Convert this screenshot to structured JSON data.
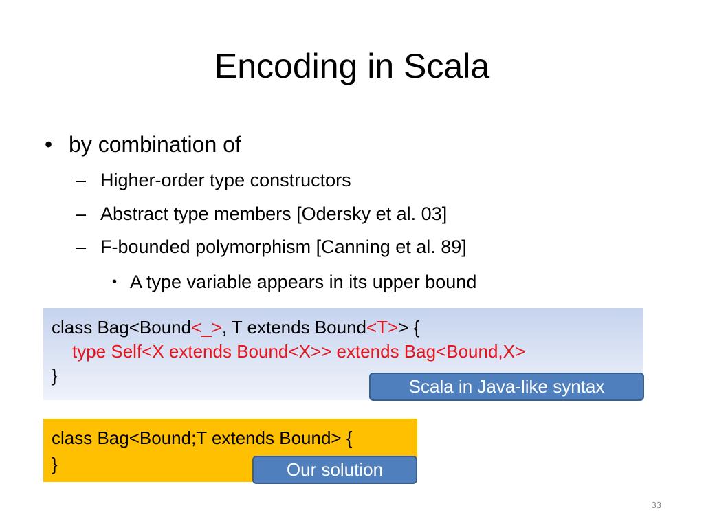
{
  "slide": {
    "title": "Encoding in Scala",
    "bullet": {
      "mark": "•",
      "text": "by combination of"
    },
    "sub_mark": "–",
    "sub_bullets": [
      "Higher-order type constructors",
      "Abstract type members [Odersky et al. 03]",
      "F-bounded polymorphism [Canning et al. 89]"
    ],
    "sub_sub_bullet": {
      "mark": "•",
      "text": "A type variable appears in its upper bound"
    },
    "code_java_like": {
      "line1_a": "class Bag<Bound",
      "line1_b": "<_>",
      "line1_c": ", T extends Bound",
      "line1_d": "<T>",
      "line1_e": "> {",
      "line2": "type Self<X extends Bound<X>> extends Bag<Bound,X>",
      "line3": "}"
    },
    "label_java_like": "Scala in Java-like syntax",
    "code_solution": {
      "line1": "class Bag<Bound;T extends Bound> {",
      "line2": "}"
    },
    "label_solution": "Our solution",
    "page_number": "33",
    "colors": {
      "code_highlight": "#e8141c",
      "solution_bg": "#fec000",
      "label_bg": "#4f7fbd"
    }
  }
}
